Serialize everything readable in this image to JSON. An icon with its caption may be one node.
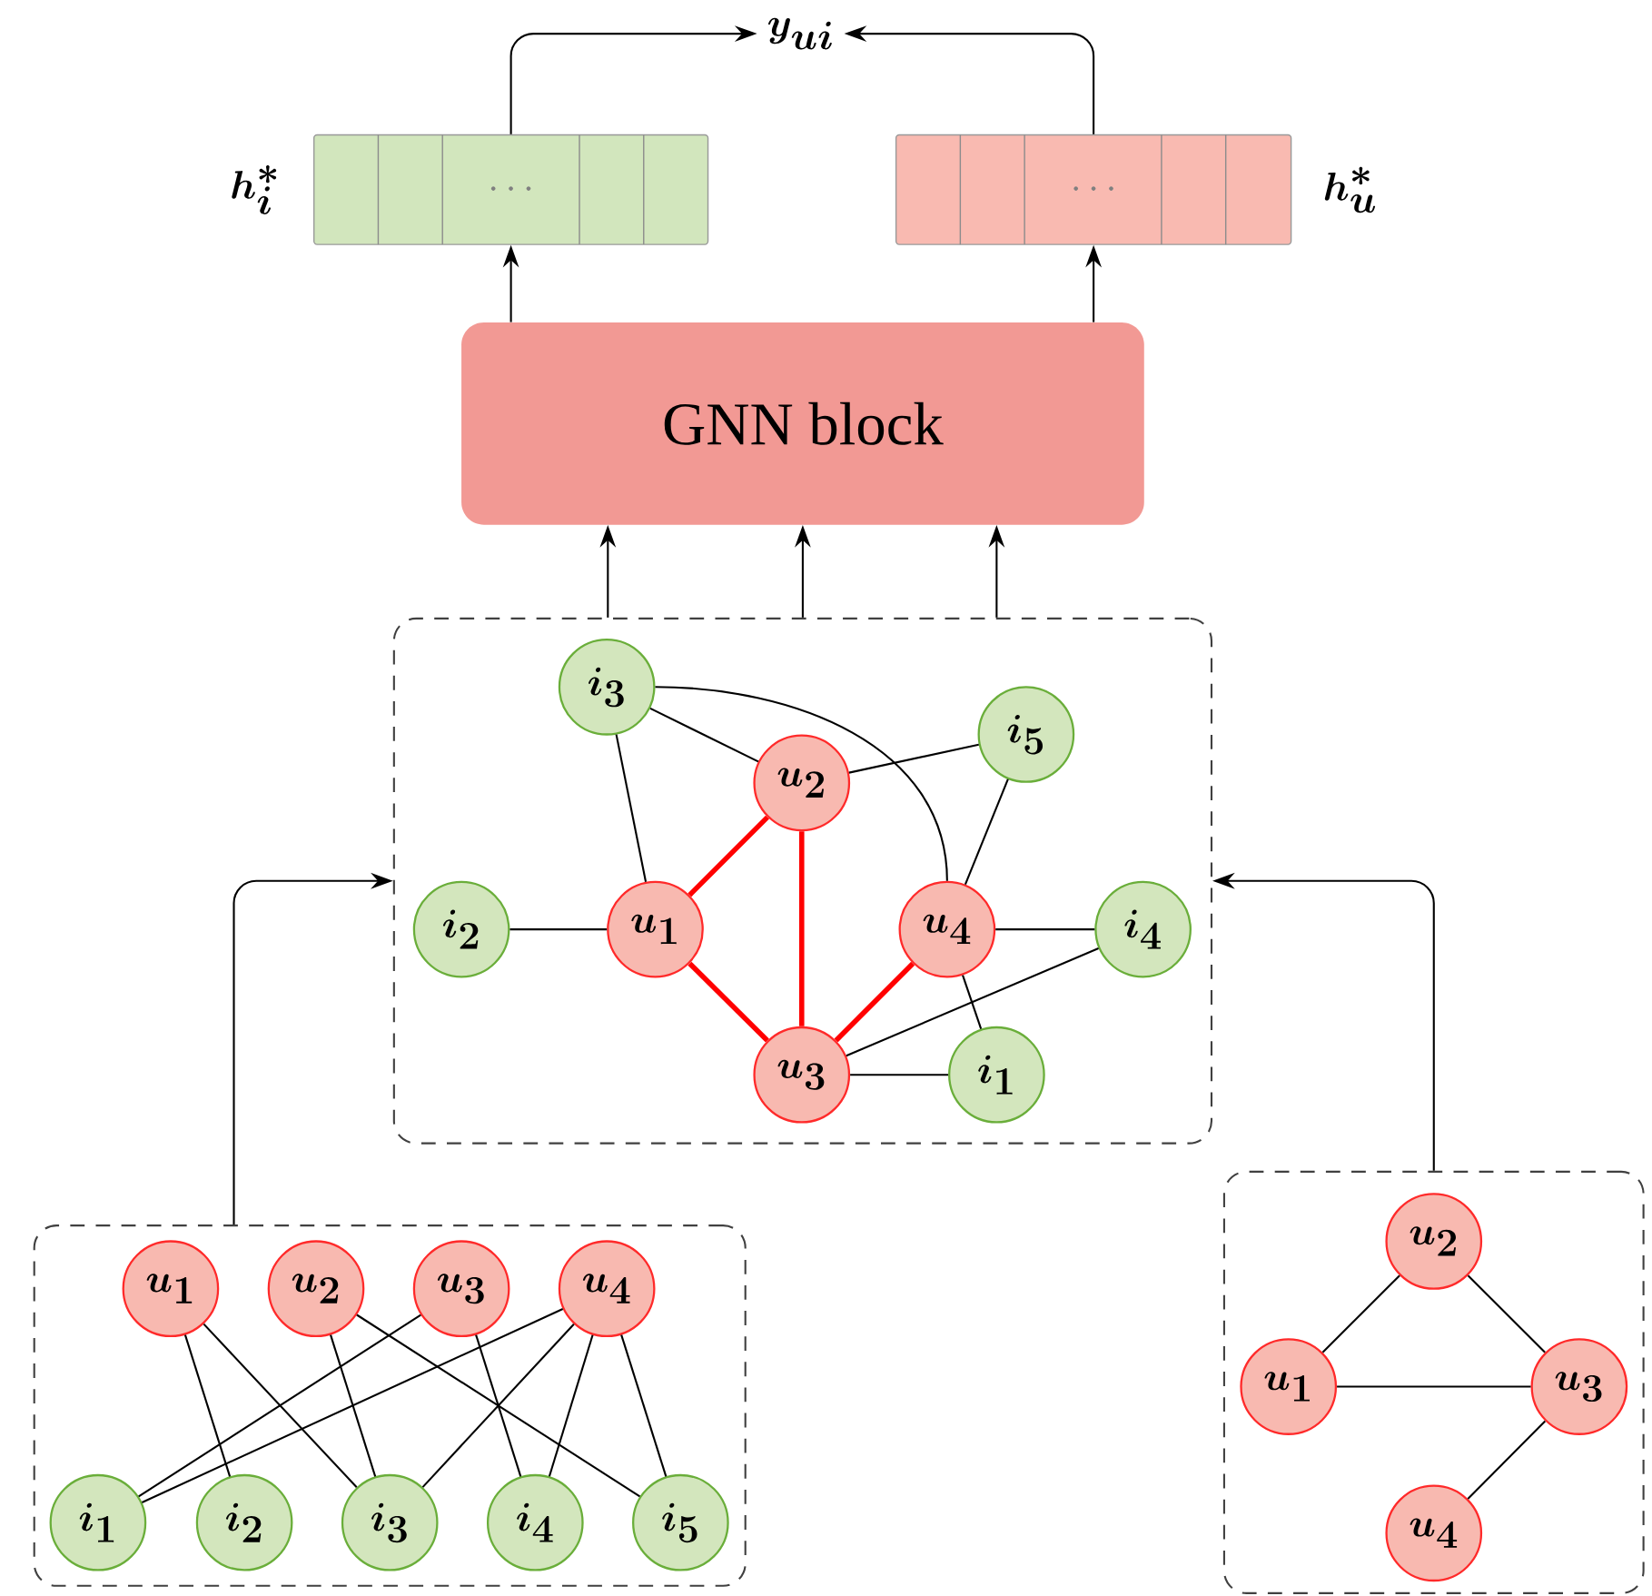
{
  "diagram": {
    "nodes": [
      {
        "text": [
          "y_{ui}"
        ]
      },
      {
        "text": [
          "h_i^*",
          "\\cdots"
        ]
      },
      {
        "text": [
          "\\cdots",
          "h_u^*"
        ]
      },
      {
        "text": [
          "GNN block"
        ]
      },
      {
        "text": [],
        "shape": "box"
      },
      {
        "text": [
          "i_3"
        ],
        "in": 4
      },
      {
        "text": [
          "u_2"
        ],
        "in": 4
      },
      {
        "text": [
          "i_5"
        ],
        "in": 4
      },
      {
        "text": [
          "i_2"
        ],
        "in": 4
      },
      {
        "text": [
          "u_1"
        ],
        "in": 4
      },
      {
        "text": [
          "u_4"
        ],
        "in": 4
      },
      {
        "text": [
          "i_4"
        ],
        "in": 4
      },
      {
        "text": [
          "u_3"
        ],
        "in": 4
      },
      {
        "text": [
          "i_1"
        ],
        "in": 4
      },
      {
        "text": [],
        "shape": "box"
      },
      {
        "text": [
          "u_1"
        ],
        "in": 14
      },
      {
        "text": [
          "u_2"
        ],
        "in": 14
      },
      {
        "text": [
          "u_3"
        ],
        "in": 14
      },
      {
        "text": [
          "u_4"
        ],
        "in": 14
      },
      {
        "text": [
          "i_1"
        ],
        "in": 14
      },
      {
        "text": [
          "i_2"
        ],
        "in": 14
      },
      {
        "text": [
          "i_3"
        ],
        "in": 14
      },
      {
        "text": [
          "i_4"
        ],
        "in": 14
      },
      {
        "text": [
          "i_5"
        ],
        "in": 14
      },
      {
        "text": [],
        "shape": "box"
      },
      {
        "text": [
          "u_2"
        ],
        "in": 24
      },
      {
        "text": [
          "u_1"
        ],
        "in": 24
      },
      {
        "text": [
          "u_3"
        ],
        "in": 24
      },
      {
        "text": [
          "u_4"
        ],
        "in": 24
      }
    ],
    "edges": [
      {
        "from": 1,
        "to": 0,
        "arrow": "to"
      },
      {
        "from": 2,
        "to": 0,
        "arrow": "to"
      },
      {
        "from": 3,
        "to": 1,
        "arrow": "to"
      },
      {
        "from": 3,
        "to": 2,
        "arrow": "to"
      },
      {
        "from": 4,
        "to": 3,
        "arrow": "to"
      },
      {
        "from": 4,
        "to": 3,
        "arrow": "to"
      },
      {
        "from": 4,
        "to": 3,
        "arrow": "to"
      },
      {
        "from": 14,
        "to": 4,
        "arrow": "to"
      },
      {
        "from": 24,
        "to": 4,
        "arrow": "to"
      },
      {
        "from": 5,
        "to": 6,
        "arrow": "none"
      },
      {
        "from": 5,
        "to": 9,
        "arrow": "none"
      },
      {
        "from": 5,
        "to": 10,
        "arrow": "none"
      },
      {
        "from": 6,
        "to": 7,
        "arrow": "none"
      },
      {
        "from": 6,
        "to": 9,
        "arrow": "none",
        "style": "thick",
        "color": "#ff0000"
      },
      {
        "from": 6,
        "to": 12,
        "arrow": "none",
        "style": "thick",
        "color": "#ff0000"
      },
      {
        "from": 7,
        "to": 10,
        "arrow": "none"
      },
      {
        "from": 8,
        "to": 9,
        "arrow": "none"
      },
      {
        "from": 9,
        "to": 12,
        "arrow": "none",
        "style": "thick",
        "color": "#ff0000"
      },
      {
        "from": 10,
        "to": 12,
        "arrow": "none",
        "style": "thick",
        "color": "#ff0000"
      },
      {
        "from": 10,
        "to": 11,
        "arrow": "none"
      },
      {
        "from": 10,
        "to": 13,
        "arrow": "none"
      },
      {
        "from": 11,
        "to": 12,
        "arrow": "none"
      },
      {
        "from": 12,
        "to": 13,
        "arrow": "none"
      },
      {
        "from": 15,
        "to": 20,
        "arrow": "none"
      },
      {
        "from": 15,
        "to": 21,
        "arrow": "none"
      },
      {
        "from": 16,
        "to": 21,
        "arrow": "none"
      },
      {
        "from": 16,
        "to": 23,
        "arrow": "none"
      },
      {
        "from": 17,
        "to": 19,
        "arrow": "none"
      },
      {
        "from": 17,
        "to": 22,
        "arrow": "none"
      },
      {
        "from": 18,
        "to": 19,
        "arrow": "none"
      },
      {
        "from": 18,
        "to": 21,
        "arrow": "none"
      },
      {
        "from": 18,
        "to": 22,
        "arrow": "none"
      },
      {
        "from": 18,
        "to": 23,
        "arrow": "none"
      },
      {
        "from": 25,
        "to": 26,
        "arrow": "none"
      },
      {
        "from": 25,
        "to": 27,
        "arrow": "none"
      },
      {
        "from": 26,
        "to": 27,
        "arrow": "none"
      },
      {
        "from": 27,
        "to": 28,
        "arrow": "none"
      }
    ]
  }
}
